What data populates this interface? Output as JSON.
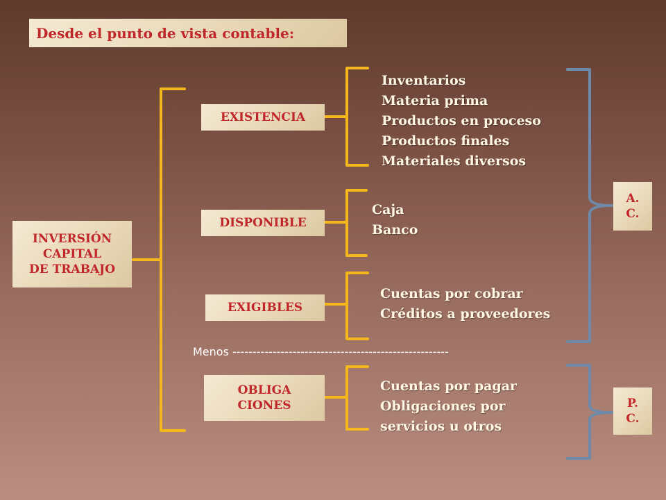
{
  "title": "Desde el punto de vista contable:",
  "root": {
    "label": "INVERSIÓN\nCAPITAL\nDE TRABAJO"
  },
  "branches": [
    {
      "label": "EXISTENCIA",
      "items": [
        "Inventarios",
        "Materia prima",
        "Productos en proceso",
        "Productos finales",
        "Materiales diversos"
      ]
    },
    {
      "label": "DISPONIBLE",
      "items": [
        "Caja",
        "Banco"
      ]
    },
    {
      "label": "EXIGIBLES",
      "items": [
        "Cuentas por cobrar",
        "Créditos a proveedores"
      ]
    },
    {
      "label": "OBLIGA\nCIONES",
      "items": [
        "Cuentas por  pagar",
        "Obligaciones por",
        "servicios u otros"
      ]
    }
  ],
  "separator": "Menos ------------------------------------------------------",
  "groups": [
    {
      "label": "A.\nC."
    },
    {
      "label": "P.\nC."
    }
  ],
  "colors": {
    "bracket": "#f4b81c",
    "group_bracket": "#6f89a8",
    "box_text": "#c0262a",
    "list_text": "#fff6e4"
  }
}
